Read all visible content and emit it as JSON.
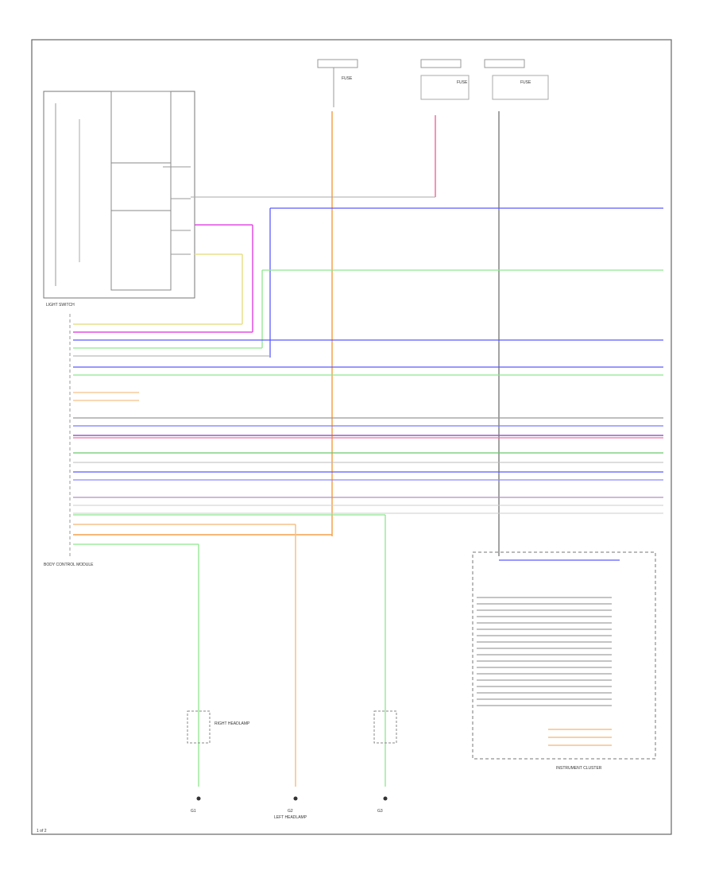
{
  "labels": {
    "fuse_title_1": "FUSE",
    "fuse_title_2": "FUSE",
    "fuse_title_3": "FUSE",
    "light_switch_label": "LIGHT SWITCH",
    "module_label": "BODY CONTROL MODULE",
    "right_headlamp_label": "RIGHT HEADLAMP",
    "left_headlamp_label": "LEFT HEADLAMP",
    "cluster_label": "INSTRUMENT CLUSTER",
    "ground_left": "G1",
    "ground_mid": "G2",
    "ground_right": "G3",
    "page_num": "1 of 2"
  },
  "colors": {
    "frame": "#555555",
    "orange": "#f5a04a",
    "pink": "#f06fa0",
    "magenta": "#e44de4",
    "blue": "#5b5bff",
    "green": "#8ee68e",
    "yellow": "#e8e08a",
    "grey": "#888888",
    "purple": "#9a5ac8",
    "dark": "#444444"
  }
}
